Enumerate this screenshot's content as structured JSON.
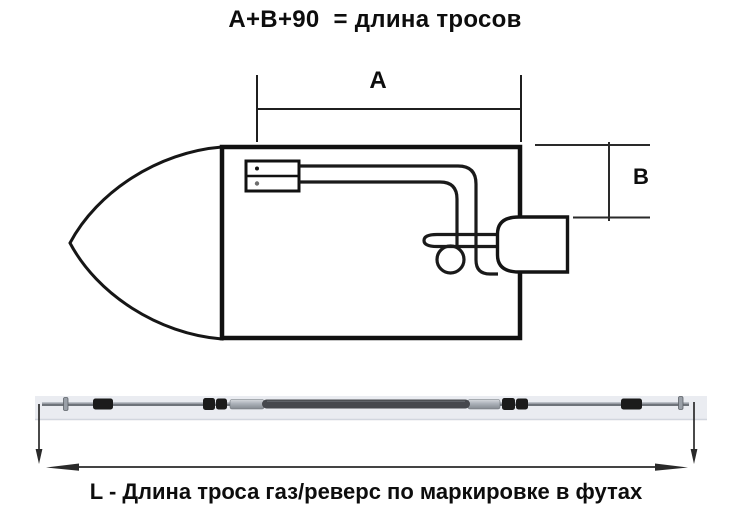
{
  "title": "А+В+90  = длина тросов",
  "boat_diagram": {
    "dim_a_label": "А",
    "dim_b_label": "В"
  },
  "cable_diagram": {
    "caption": "L - Длина троса газ/реверс по маркировке в футах"
  },
  "colors": {
    "line": "#1a1a1a",
    "dimension_line": "#2a2a2a",
    "background": "#ffffff",
    "cable_strip_bg": "#eaecf1",
    "cable_body": "#46484d",
    "cable_fitting_black": "#1b1b1b",
    "cable_metal": "#9aa0a8"
  }
}
